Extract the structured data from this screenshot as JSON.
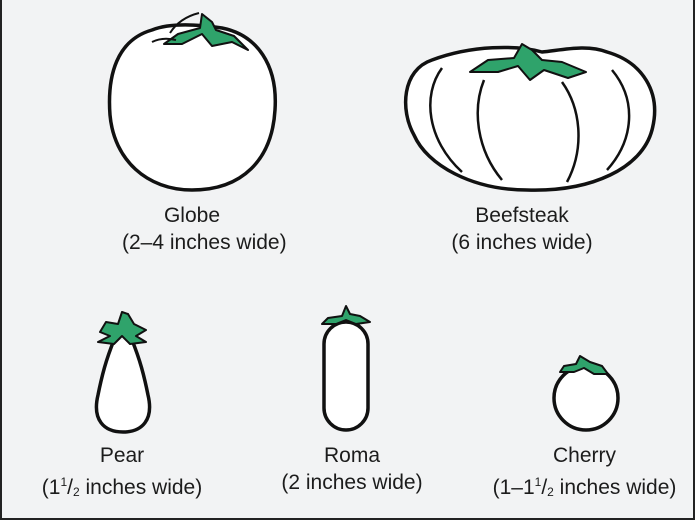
{
  "colors": {
    "panel_background": "#f2f3f4",
    "outline": "#111111",
    "leaf_green": "#2fa36b"
  },
  "tomatoes": [
    {
      "name": "Globe",
      "width_line": "(2–4 inches wide)",
      "icon": "globe-tomato-icon"
    },
    {
      "name": "Beefsteak",
      "width_line": "(6 inches wide)",
      "icon": "beefsteak-tomato-icon"
    },
    {
      "name": "Pear",
      "width_prefix": "(1",
      "frac_num": "1",
      "frac_den": "2",
      "width_suffix": " inches wide)",
      "icon": "pear-tomato-icon"
    },
    {
      "name": "Roma",
      "width_line": "(2 inches wide)",
      "icon": "roma-tomato-icon"
    },
    {
      "name": "Cherry",
      "width_prefix": "(1–1",
      "frac_num": "1",
      "frac_den": "2",
      "width_suffix": " inches wide)",
      "icon": "cherry-tomato-icon"
    }
  ]
}
